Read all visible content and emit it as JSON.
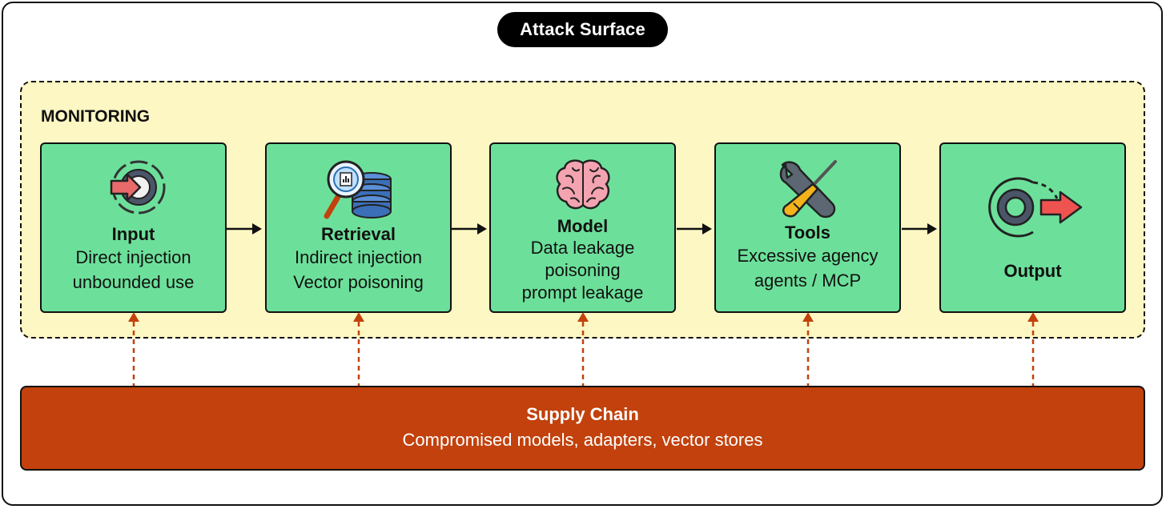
{
  "title": "Attack Surface",
  "monitoring_label": "MONITORING",
  "stages": [
    {
      "name": "Input",
      "lines": [
        "Direct injection",
        "unbounded use"
      ],
      "icon": "input-gear-icon"
    },
    {
      "name": "Retrieval",
      "lines": [
        "Indirect injection",
        "Vector poisoning"
      ],
      "icon": "search-database-icon"
    },
    {
      "name": "Model",
      "lines": [
        "Data leakage",
        "poisoning",
        "prompt leakage"
      ],
      "icon": "brain-icon"
    },
    {
      "name": "Tools",
      "lines": [
        "Excessive agency",
        "agents / MCP"
      ],
      "icon": "wrench-screwdriver-icon"
    },
    {
      "name": "Output",
      "lines": [],
      "icon": "output-gear-icon"
    }
  ],
  "supply_chain": {
    "title": "Supply Chain",
    "subtitle": "Compromised models, adapters, vector stores"
  },
  "colors": {
    "stage_fill": "#6ce09a",
    "monitor_fill": "#fdf7c3",
    "supply_fill": "#c2410c",
    "link_color": "#c2410c"
  }
}
